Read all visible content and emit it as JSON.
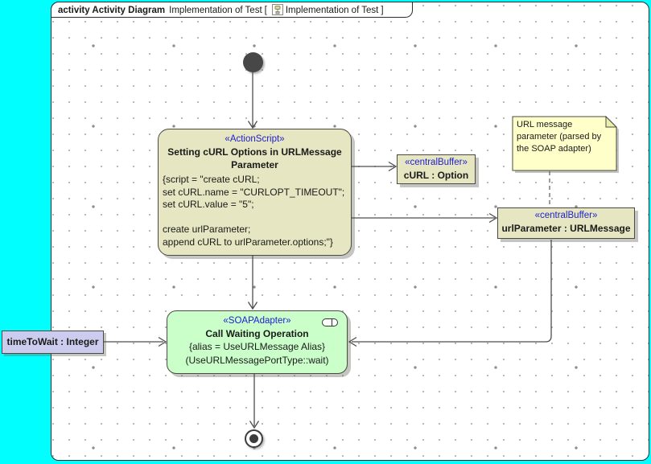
{
  "diagram": {
    "frame_title": {
      "diagram_kind": "activity Activity Diagram",
      "diagram_name": "Implementation of Test",
      "open_bracket": "[",
      "context_name": "Implementation of Test",
      "close_bracket": "]"
    },
    "nodes": {
      "action_script": {
        "stereotype": "«ActionScript»",
        "name": "Setting cURL Options in URLMessage Parameter",
        "body_lines": [
          "{script = \"create cURL;",
          "set cURL.name = \"CURLOPT_TIMEOUT\";",
          "set cURL.value = \"5\";",
          "",
          "create urlParameter;",
          "append cURL to urlParameter.options;\"}"
        ]
      },
      "curl_buffer": {
        "stereotype": "«centralBuffer»",
        "name": "cURL : Option"
      },
      "url_parameter_buffer": {
        "stereotype": "«centralBuffer»",
        "name": "urlParameter : URLMessage"
      },
      "soap_adapter": {
        "stereotype": "«SOAPAdapter»",
        "name": "Call Waiting Operation",
        "constraint": "{alias = UseURLMessage Alias}",
        "operation": "(UseURLMessagePortType::wait)"
      },
      "time_to_wait_parameter": {
        "name": "timeToWait : Integer"
      },
      "note": {
        "text": "URL message parameter (parsed by the SOAP adapter)"
      },
      "initial_node": {
        "type": "initial"
      },
      "final_node": {
        "type": "activity-final"
      }
    },
    "colors": {
      "canvas_background": "#00ffff",
      "frame_background": "#ffffff",
      "action_fill": "#e6e6c2",
      "buffer_fill": "#e6e6c2",
      "soap_fill": "#caffca",
      "parameter_fill": "#ccccee",
      "note_fill": "#ffffca",
      "stereotype_text": "#2020cc",
      "edge_line": "#4d4d4d"
    }
  }
}
